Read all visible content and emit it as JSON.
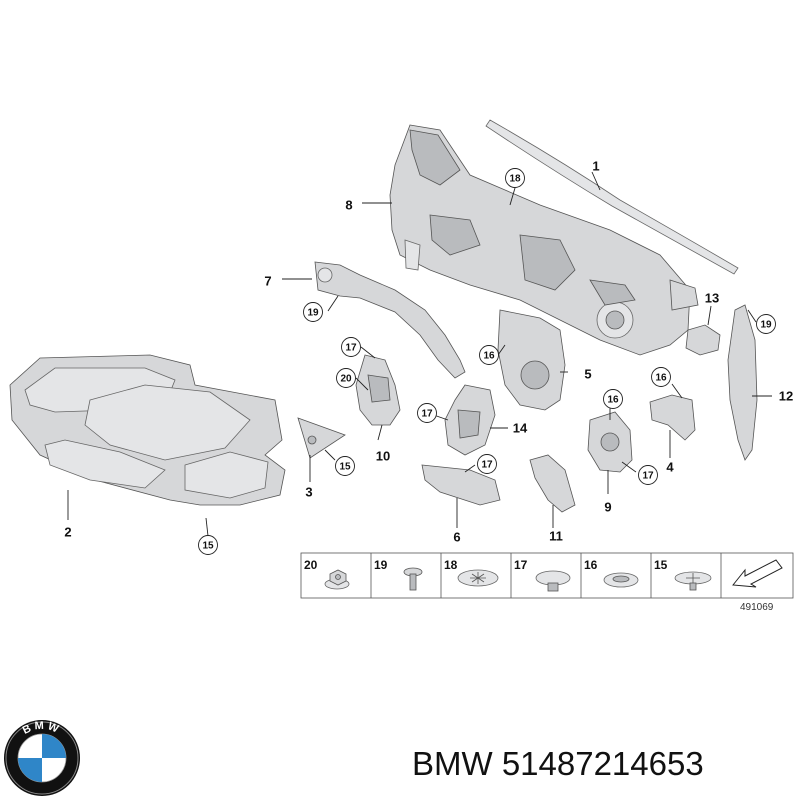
{
  "callouts": [
    {
      "num": "1",
      "circled": false
    },
    {
      "num": "2",
      "circled": false
    },
    {
      "num": "3",
      "circled": false
    },
    {
      "num": "4",
      "circled": false
    },
    {
      "num": "5",
      "circled": false
    },
    {
      "num": "6",
      "circled": false
    },
    {
      "num": "7",
      "circled": false
    },
    {
      "num": "8",
      "circled": false
    },
    {
      "num": "9",
      "circled": false
    },
    {
      "num": "10",
      "circled": false
    },
    {
      "num": "11",
      "circled": false
    },
    {
      "num": "12",
      "circled": false
    },
    {
      "num": "13",
      "circled": false
    },
    {
      "num": "14",
      "circled": false
    },
    {
      "num": "18",
      "circled": true
    },
    {
      "num": "19",
      "circled": true
    },
    {
      "num": "19",
      "circled": true
    },
    {
      "num": "16",
      "circled": true
    },
    {
      "num": "17",
      "circled": true
    },
    {
      "num": "20",
      "circled": true
    },
    {
      "num": "17",
      "circled": true
    },
    {
      "num": "17",
      "circled": true
    },
    {
      "num": "15",
      "circled": true
    },
    {
      "num": "16",
      "circled": true
    },
    {
      "num": "16",
      "circled": true
    },
    {
      "num": "17",
      "circled": true
    },
    {
      "num": "15",
      "circled": true
    }
  ],
  "fastener_table": [
    {
      "num": "20",
      "icon": "hex-nut-icon"
    },
    {
      "num": "19",
      "icon": "push-rivet-icon"
    },
    {
      "num": "18",
      "icon": "star-clip-icon"
    },
    {
      "num": "17",
      "icon": "expanding-clip-icon"
    },
    {
      "num": "16",
      "icon": "washer-clip-icon"
    },
    {
      "num": "15",
      "icon": "star-clip-icon"
    },
    {
      "num": "",
      "icon": "direction-arrow-icon"
    }
  ],
  "diagram_ref": "491069",
  "brand": {
    "logo_letters": "BMW",
    "caption": "BMW 51487214653",
    "logo_colors": {
      "ring": "#111111",
      "blue": "#2f86c8",
      "white": "#ffffff"
    }
  }
}
